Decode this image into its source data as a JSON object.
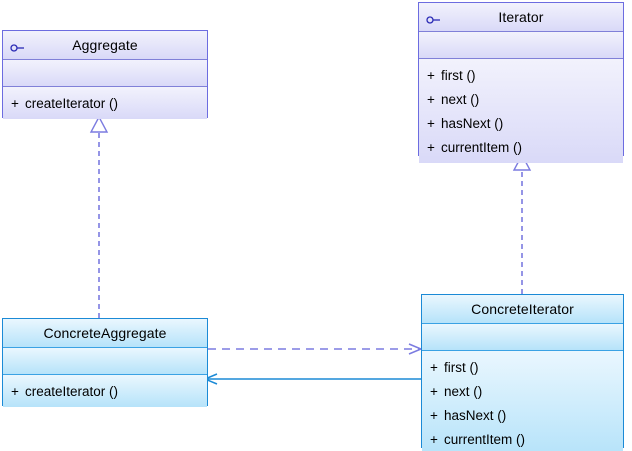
{
  "diagram": {
    "title": "Iterator design pattern UML class diagram",
    "background": "#ffffff",
    "colors": {
      "interface_border": "#6c6ce0",
      "interface_fill_top": "#f2f2fc",
      "interface_fill_bottom": "#d9d9f8",
      "concrete_border": "#1b8ad6",
      "concrete_fill_top": "#eaf7fe",
      "concrete_fill_bottom": "#b6e3fa",
      "realization_line": "#7b7be0",
      "dependency_line": "#7b7be0",
      "association_line": "#1b8ad6",
      "text": "#000000"
    }
  },
  "classes": {
    "aggregate": {
      "name": "Aggregate",
      "stereotype_icon": "interface-lollipop-icon",
      "attributes": [],
      "operations": [
        {
          "visibility": "+",
          "signature": "createIterator ()"
        }
      ]
    },
    "iterator": {
      "name": "Iterator",
      "stereotype_icon": "interface-lollipop-icon",
      "attributes": [],
      "operations": [
        {
          "visibility": "+",
          "signature": "first ()"
        },
        {
          "visibility": "+",
          "signature": "next ()"
        },
        {
          "visibility": "+",
          "signature": "hasNext ()"
        },
        {
          "visibility": "+",
          "signature": "currentItem ()"
        }
      ]
    },
    "concrete_aggregate": {
      "name": "ConcreteAggregate",
      "stereotype_icon": null,
      "attributes": [],
      "operations": [
        {
          "visibility": "+",
          "signature": "createIterator ()"
        }
      ]
    },
    "concrete_iterator": {
      "name": "ConcreteIterator",
      "stereotype_icon": null,
      "attributes": [],
      "operations": [
        {
          "visibility": "+",
          "signature": "first ()"
        },
        {
          "visibility": "+",
          "signature": "next ()"
        },
        {
          "visibility": "+",
          "signature": "hasNext ()"
        },
        {
          "visibility": "+",
          "signature": "currentItem ()"
        }
      ]
    }
  },
  "connectors": [
    {
      "id": "realization-concreteaggregate-aggregate",
      "kind": "realization",
      "style": "dashed",
      "arrowhead": "hollow-triangle",
      "from": "ConcreteAggregate",
      "to": "Aggregate",
      "label": ""
    },
    {
      "id": "realization-concreteiterator-iterator",
      "kind": "realization",
      "style": "dashed",
      "arrowhead": "hollow-triangle",
      "from": "ConcreteIterator",
      "to": "Iterator",
      "label": ""
    },
    {
      "id": "dependency-concreteaggregate-concreteiterator",
      "kind": "dependency",
      "style": "dashed",
      "arrowhead": "open",
      "from": "ConcreteAggregate",
      "to": "ConcreteIterator",
      "label": ""
    },
    {
      "id": "association-concreteiterator-concreteaggregate",
      "kind": "association",
      "style": "solid",
      "arrowhead": "open",
      "from": "ConcreteIterator",
      "to": "ConcreteAggregate",
      "label": ""
    }
  ]
}
